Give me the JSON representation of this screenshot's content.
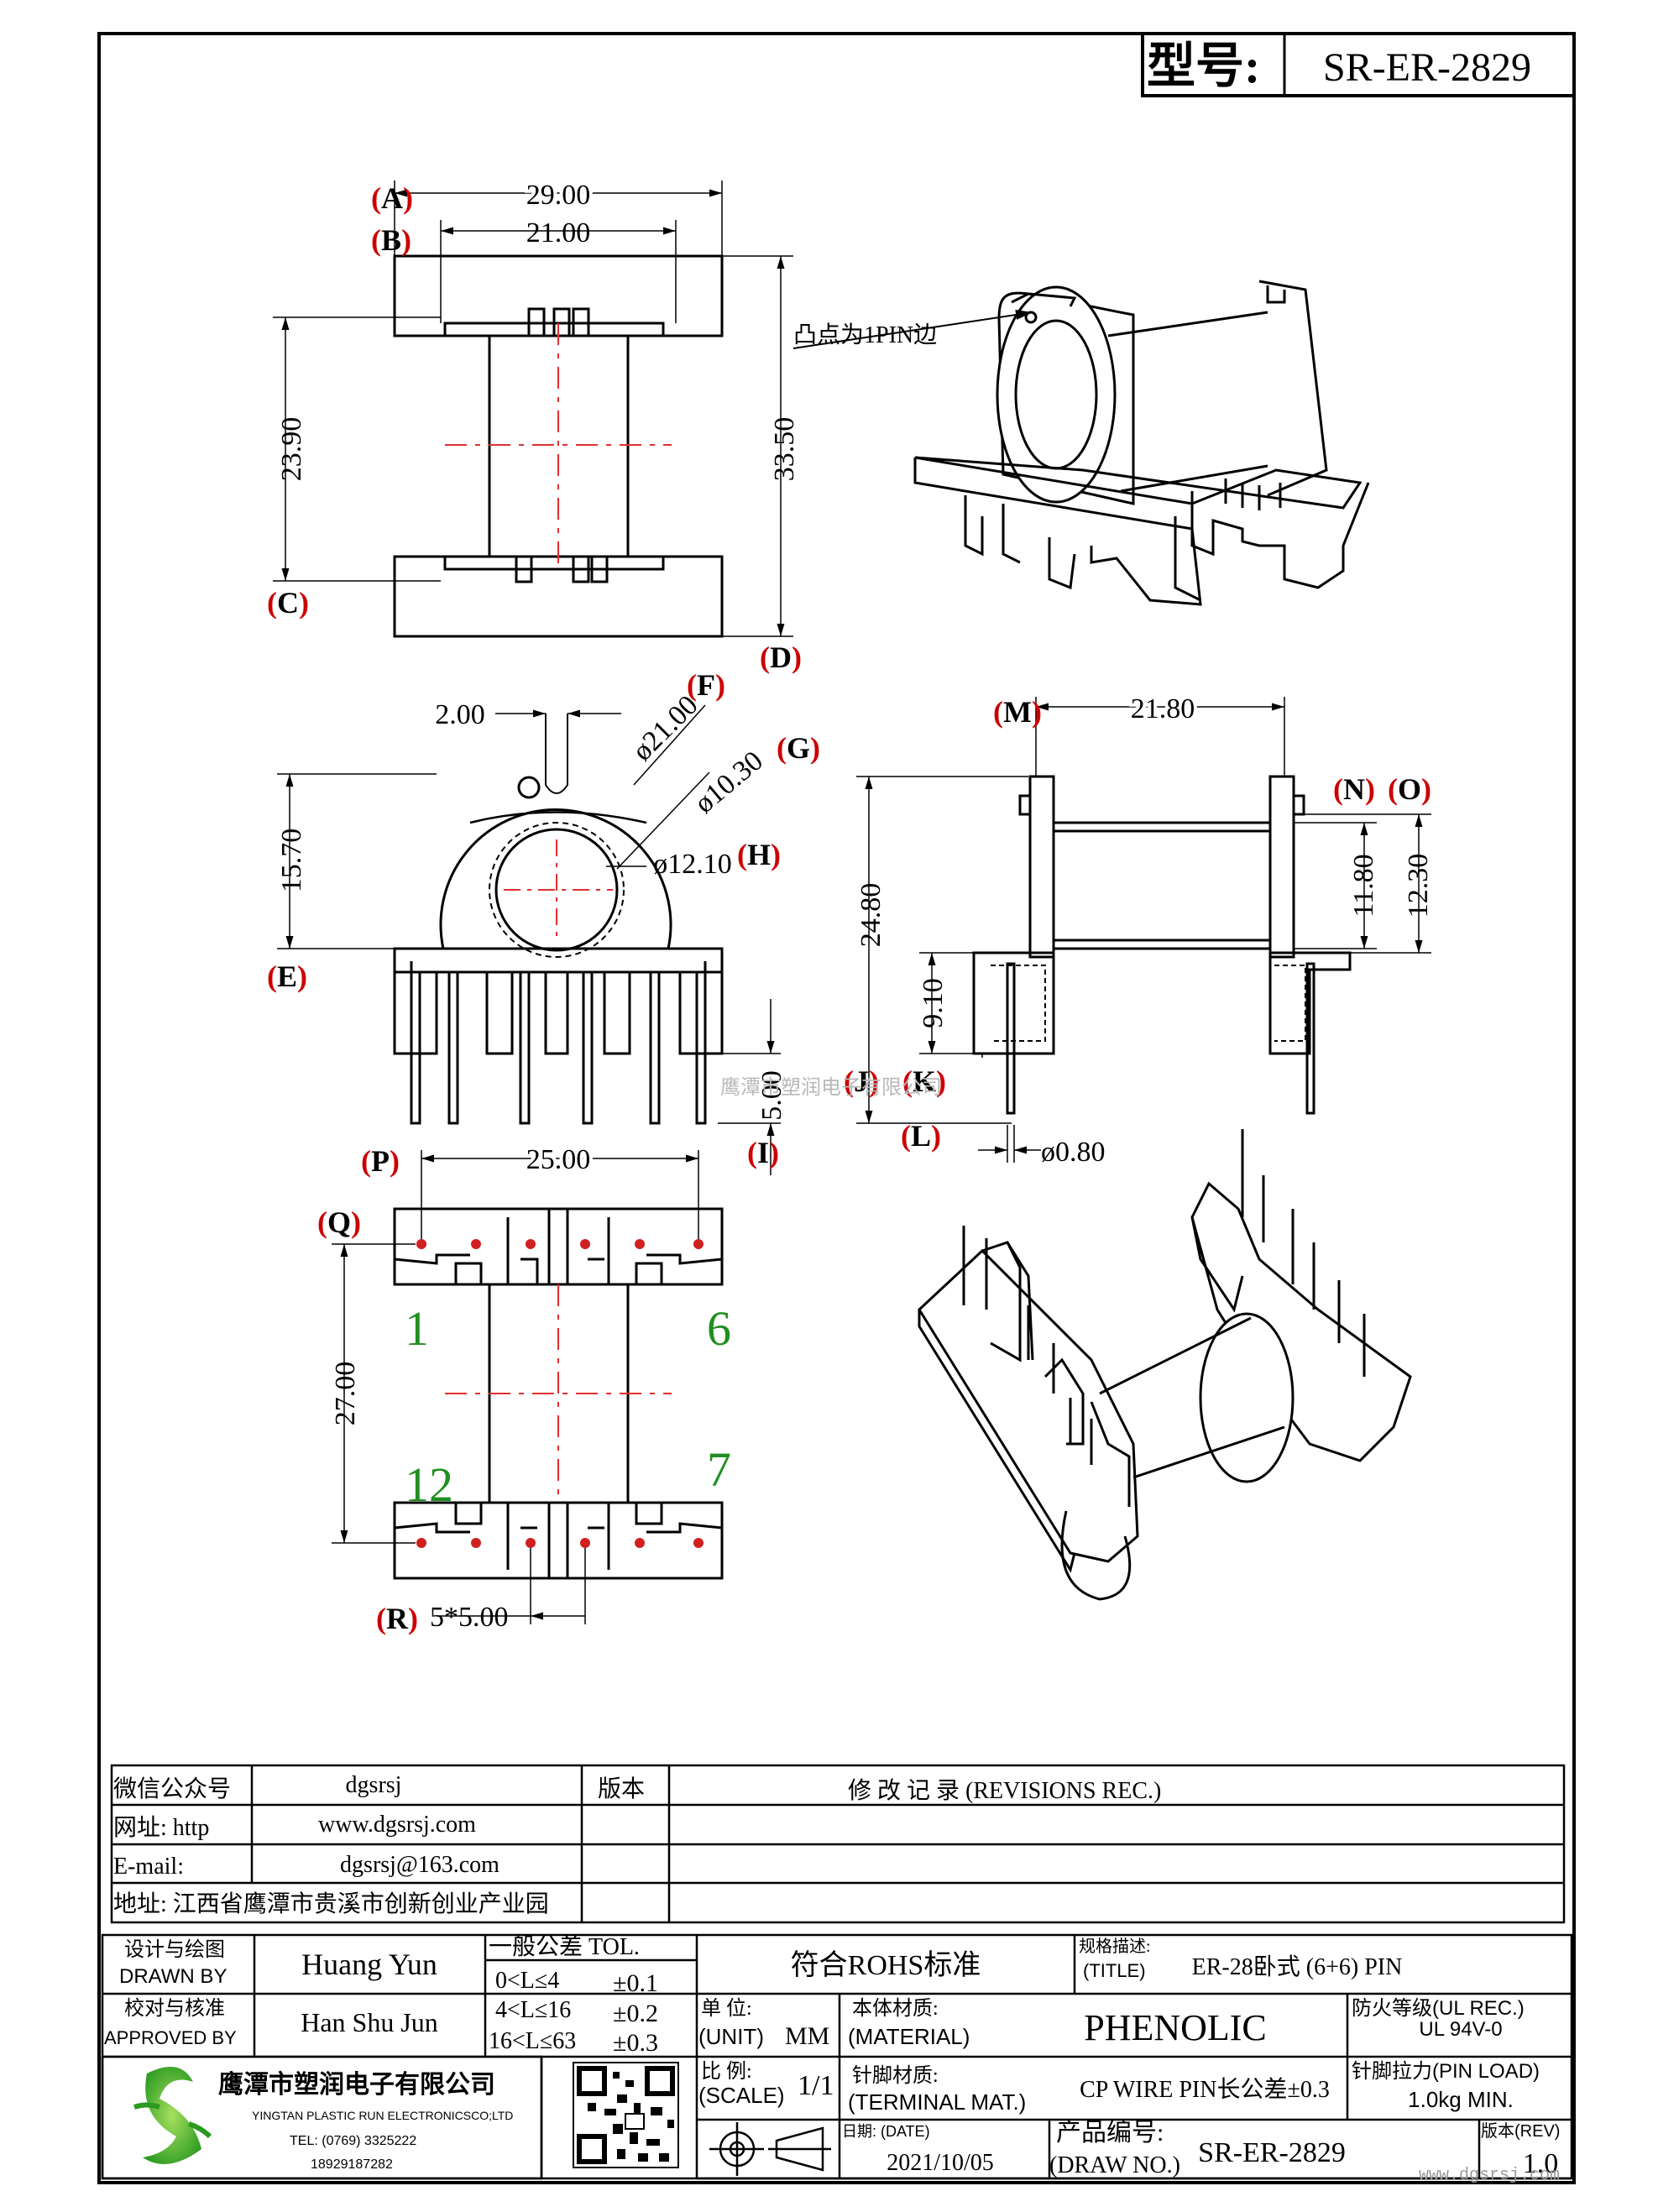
{
  "title_block": {
    "model_label": "型号:",
    "model_value": "SR-ER-2829"
  },
  "dimensions": {
    "a": "29.00",
    "b": "21.00",
    "height_inner": "23.90",
    "height_outer": "33.50",
    "pin_offset": "2.00",
    "d21": "ø21.00",
    "d1030": "ø10.30",
    "d1210": "ø12.10",
    "h1570": "15.70",
    "w2180": "21.80",
    "h2480": "24.80",
    "h1180": "11.80",
    "h1230": "12.30",
    "h910": "9.10",
    "h500": "5.00",
    "pin_d": "ø0.80",
    "w2500": "25.00",
    "h2700": "27.00",
    "pitch": "5*5.00"
  },
  "markers": [
    "A",
    "B",
    "C",
    "D",
    "E",
    "F",
    "G",
    "H",
    "I",
    "J",
    "K",
    "L",
    "M",
    "N",
    "O",
    "P",
    "Q",
    "R"
  ],
  "pin_note": "凸点为1PIN边",
  "pin_numbers": {
    "p1": "1",
    "p6": "6",
    "p12": "12",
    "p7": "7"
  },
  "watermark": "鹰潭市塑润电子有限公司",
  "info_rows": [
    {
      "label": "微信公众号",
      "value": "dgsrsj"
    },
    {
      "label": "网址: http",
      "value": "www.dgsrsj.com"
    },
    {
      "label": "E-mail:",
      "value": "dgsrsj@163.com"
    },
    {
      "label": "地址: 江西省鹰潭市贵溪市创新创业产业园",
      "value": ""
    }
  ],
  "revision": {
    "version_label": "版本",
    "records_label": "修 改 记 录  (REVISIONS REC.)"
  },
  "drawn": {
    "label_cn": "设计与绘图",
    "label_en": "DRAWN BY",
    "name": "Huang  Yun"
  },
  "approved": {
    "label_cn": "校对与核准",
    "label_en": "APPROVED BY",
    "name": "Han Shu Jun"
  },
  "tolerance": {
    "title": "一般公差 TOL.",
    "rows": [
      {
        "range": "0<L≤4",
        "tol": "±0.1"
      },
      {
        "range": "4<L≤16",
        "tol": "±0.2"
      },
      {
        "range": "16<L≤63",
        "tol": "±0.3"
      }
    ]
  },
  "rohs": "符合ROHS标准",
  "spec": {
    "label_cn": "规格描述:",
    "label_en": "(TITLE)",
    "value": "ER-28卧式 (6+6) PIN"
  },
  "unit": {
    "label_cn": "单 位:",
    "label_en": "(UNIT)",
    "value": "MM"
  },
  "material": {
    "label_cn": "本体材质:",
    "label_en": "(MATERIAL)",
    "value": "PHENOLIC"
  },
  "fire": {
    "label": "防火等级(UL REC.)",
    "value": "UL 94V-0"
  },
  "scale": {
    "label_cn": "比 例:",
    "label_en": "(SCALE)",
    "value": "1/1"
  },
  "terminal": {
    "label_cn": "针脚材质:",
    "label_en": "(TERMINAL MAT.)",
    "value": "CP WIRE   PIN长公差±0.3"
  },
  "pin_load": {
    "label": "针脚拉力(PIN LOAD)",
    "value": "1.0kg MIN."
  },
  "company": {
    "name_cn": "鹰潭市塑润电子有限公司",
    "name_en": "YINGTAN PLASTIC RUN ELECTRONICSCO;LTD",
    "tel": "TEL: (0769) 3325222",
    "mobile": "18929187282"
  },
  "date": {
    "label": "日期: (DATE)",
    "value": "2021/10/05"
  },
  "drawno": {
    "label_cn": "产品编号:",
    "label_en": "(DRAW NO.)",
    "value": "SR-ER-2829"
  },
  "rev": {
    "label": "版本(REV)",
    "value": "1.0"
  },
  "footer_site": "www.dgsrsj.com",
  "colors": {
    "marker": "#cc0000",
    "center": "#e03030",
    "pinnum": "#1f8f1f",
    "dot": "#d02020"
  }
}
